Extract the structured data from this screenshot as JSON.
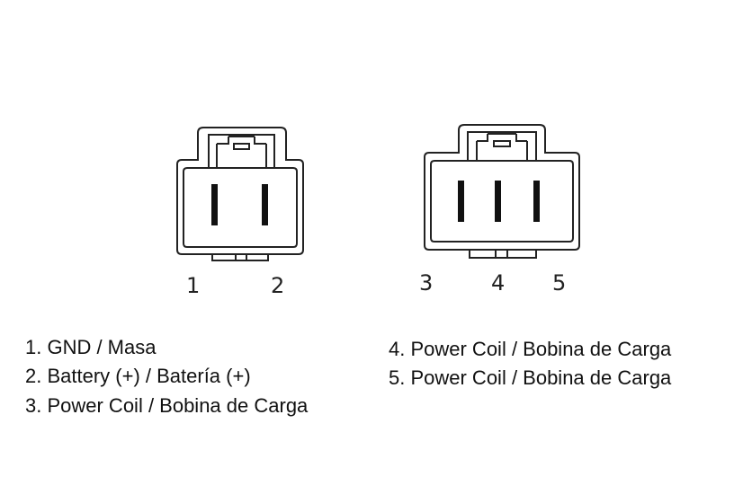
{
  "connectors": [
    {
      "name": "2-pin connector",
      "pins": [
        "1",
        "2"
      ]
    },
    {
      "name": "3-pin connector",
      "pins": [
        "3",
        "4",
        "5"
      ]
    }
  ],
  "legend": {
    "left": [
      "1. GND / Masa",
      "2. Battery (+) / Batería (+)",
      "3. Power Coil / Bobina de Carga"
    ],
    "right": [
      "4. Power Coil / Bobina de Carga",
      "5. Power Coil / Bobina de Carga"
    ]
  },
  "colors": {
    "stroke": "#222222",
    "pin": "#111111",
    "background": "#ffffff"
  }
}
